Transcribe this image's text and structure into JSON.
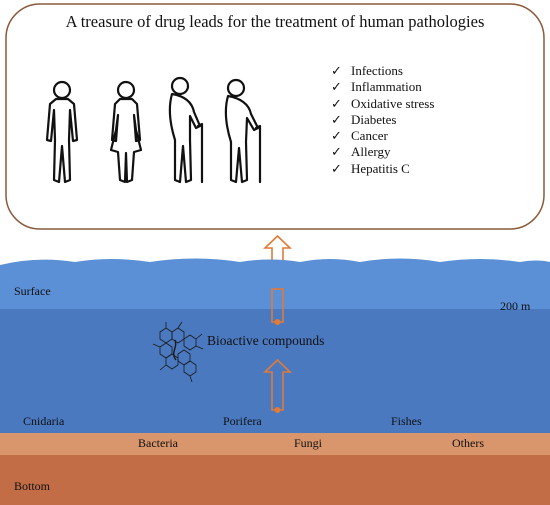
{
  "title": "A treasure of drug leads for the treatment of human pathologies",
  "conditions": [
    {
      "check": "✓",
      "label": "Infections"
    },
    {
      "check": "✓",
      "label": "Inflammation"
    },
    {
      "check": "✓",
      "label": "Oxidative stress"
    },
    {
      "check": "✓",
      "label": "Diabetes"
    },
    {
      "check": "✓",
      "label": "Cancer"
    },
    {
      "check": "✓",
      "label": "Allergy"
    },
    {
      "check": "✓",
      "label": "Hepatitis C"
    }
  ],
  "ocean": {
    "surface_label": "Surface",
    "depth_label": "200 m",
    "compounds_label": "Bioactive compounds",
    "organisms": [
      "Cnidaria",
      "Porifera",
      "Fishes"
    ],
    "microbes": [
      "Bacteria",
      "Fungi",
      "Others"
    ],
    "bottom_label": "Bottom"
  },
  "colors": {
    "box_border": "#8b5a3c",
    "arrow": "#e07b39",
    "surface_water": "#5b8fd6",
    "deep_water": "#4a79c0",
    "seabed_upper": "#d9956c",
    "seabed_lower": "#c26d46"
  },
  "icons": [
    "human-figures",
    "molecule-structure",
    "arrow-up"
  ]
}
